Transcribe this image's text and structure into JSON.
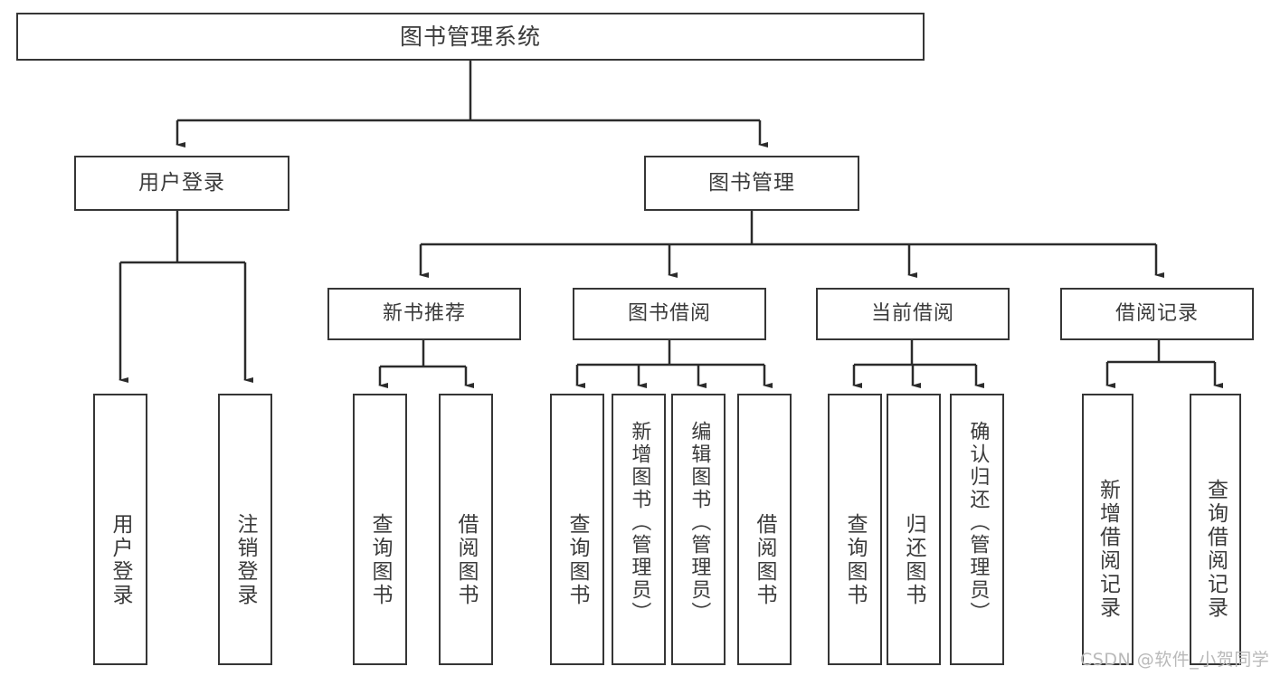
{
  "diagram": {
    "type": "tree",
    "title": "图书管理系统",
    "orientation": "top-down",
    "colors": {
      "background": "#ffffff",
      "node_border": "#363636",
      "node_fill": "#ffffff",
      "text": "#3b3b3b",
      "edge": "#2b2b2b",
      "watermark": "#b9b9b9"
    }
  },
  "root": {
    "label": "图书管理系统"
  },
  "level1": [
    {
      "label": "用户登录"
    },
    {
      "label": "图书管理"
    }
  ],
  "level2": [
    {
      "label": "新书推荐"
    },
    {
      "label": "图书借阅"
    },
    {
      "label": "当前借阅"
    },
    {
      "label": "借阅记录"
    }
  ],
  "leaves": {
    "user_login": [
      {
        "label": "用户登录"
      },
      {
        "label": "注销登录"
      }
    ],
    "new_book_recommend": [
      {
        "label": "查询图书"
      },
      {
        "label": "借阅图书"
      }
    ],
    "book_borrow": [
      {
        "label": "查询图书"
      },
      {
        "label": "新增图书（管理员）"
      },
      {
        "label": "编辑图书（管理员）"
      },
      {
        "label": "借阅图书"
      }
    ],
    "current_borrow": [
      {
        "label": "查询图书"
      },
      {
        "label": "归还图书"
      },
      {
        "label": "确认归还（管理员）"
      }
    ],
    "borrow_record": [
      {
        "label": "新增借阅记录"
      },
      {
        "label": "查询借阅记录"
      }
    ]
  },
  "watermark": {
    "text": "CSDN @软件_小贺同学"
  }
}
